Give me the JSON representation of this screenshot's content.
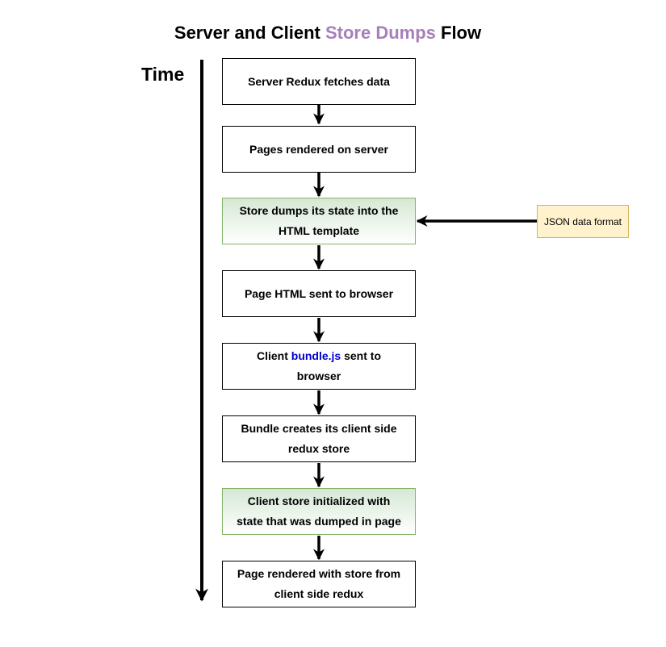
{
  "title": {
    "part1": "Server and Client ",
    "accent": "Store Dumps",
    "part2": " Flow"
  },
  "time_label": "Time",
  "steps": [
    {
      "text": "Server Redux fetches data"
    },
    {
      "text": "Pages rendered on server"
    },
    {
      "text": "Store dumps its state into the HTML template"
    },
    {
      "text": "Page HTML sent to browser"
    },
    {
      "before": "Client ",
      "highlight": "bundle.js",
      "after": " sent to browser"
    },
    {
      "text": "Bundle creates its client side redux store"
    },
    {
      "text": "Client store initialized with state that was dumped in page"
    },
    {
      "text": "Page rendered with store from client side redux"
    }
  ],
  "note": {
    "text": "JSON data format"
  },
  "colors": {
    "title_accent": "#a680b8",
    "highlight": "#0000cc",
    "green_border": "#82b366",
    "green_fill": "#d5e8d4",
    "note_border": "#d6b656",
    "note_fill": "#fff2cc"
  }
}
